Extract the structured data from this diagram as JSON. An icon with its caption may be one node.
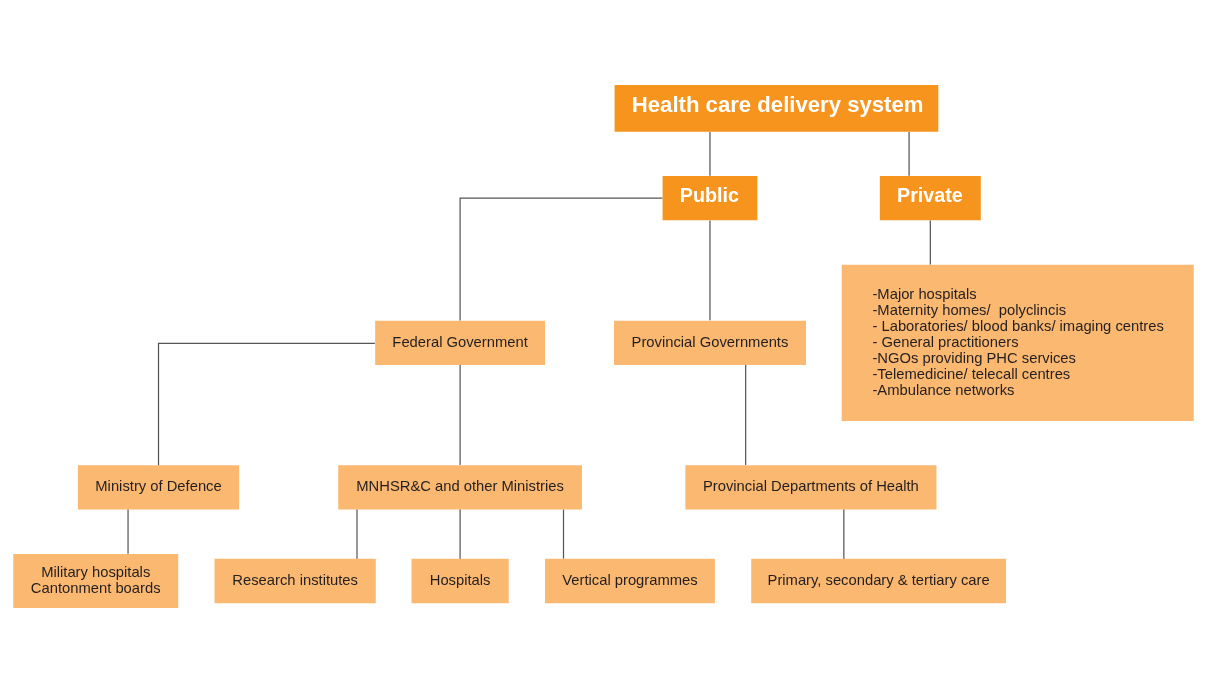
{
  "diagram": {
    "nodes": [
      {
        "text": [
          "Health care delivery system"
        ]
      },
      {
        "text": [
          "Public"
        ]
      },
      {
        "text": [
          "Private"
        ]
      },
      {
        "text": [
          "Federal Government"
        ]
      },
      {
        "text": [
          "Provincial Governments"
        ]
      },
      {
        "text": [
          "-Major hospitals",
          "-Maternity homes/  polyclincis",
          "- Laboratories/ blood banks/ imaging centres",
          "- General practitioners",
          "-NGOs providing PHC services",
          "-Telemedicine/ telecall centres",
          "-Ambulance networks"
        ]
      },
      {
        "text": [
          "Ministry of Defence"
        ]
      },
      {
        "text": [
          "MNHSR&C and other Ministries"
        ]
      },
      {
        "text": [
          "Provincial Departments of Health"
        ]
      },
      {
        "text": [
          "Military hospitals",
          "Cantonment boards"
        ]
      },
      {
        "text": [
          "Research institutes"
        ]
      },
      {
        "text": [
          "Hospitals"
        ]
      },
      {
        "text": [
          "Vertical programmes"
        ]
      },
      {
        "text": [
          "Primary, secondary & tertiary care"
        ]
      }
    ],
    "edges": [
      {
        "from": 0,
        "to": 1,
        "arrow": "none"
      },
      {
        "from": 0,
        "to": 2,
        "arrow": "none"
      },
      {
        "from": 1,
        "to": 3,
        "arrow": "none"
      },
      {
        "from": 1,
        "to": 4,
        "arrow": "none"
      },
      {
        "from": 2,
        "to": 5,
        "arrow": "none"
      },
      {
        "from": 3,
        "to": 6,
        "arrow": "none"
      },
      {
        "from": 3,
        "to": 7,
        "arrow": "none"
      },
      {
        "from": 4,
        "to": 8,
        "arrow": "none"
      },
      {
        "from": 6,
        "to": 9,
        "arrow": "none"
      },
      {
        "from": 7,
        "to": 10,
        "arrow": "none"
      },
      {
        "from": 7,
        "to": 11,
        "arrow": "none"
      },
      {
        "from": 7,
        "to": 12,
        "arrow": "none"
      },
      {
        "from": 8,
        "to": 13,
        "arrow": "none"
      }
    ]
  }
}
